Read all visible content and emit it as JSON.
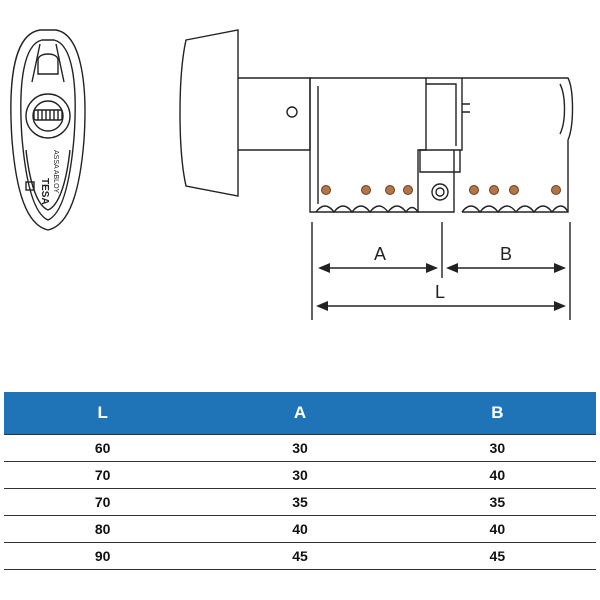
{
  "drawing": {
    "brand_lines": [
      "TESA",
      "ASSA ABLOY"
    ],
    "dimension_labels": {
      "a": "A",
      "b": "B",
      "l": "L"
    }
  },
  "table": {
    "header_color": "#1f74b8",
    "columns": [
      "L",
      "A",
      "B"
    ],
    "rows": [
      [
        "60",
        "30",
        "30"
      ],
      [
        "70",
        "30",
        "40"
      ],
      [
        "70",
        "35",
        "35"
      ],
      [
        "80",
        "40",
        "40"
      ],
      [
        "90",
        "45",
        "45"
      ]
    ]
  }
}
